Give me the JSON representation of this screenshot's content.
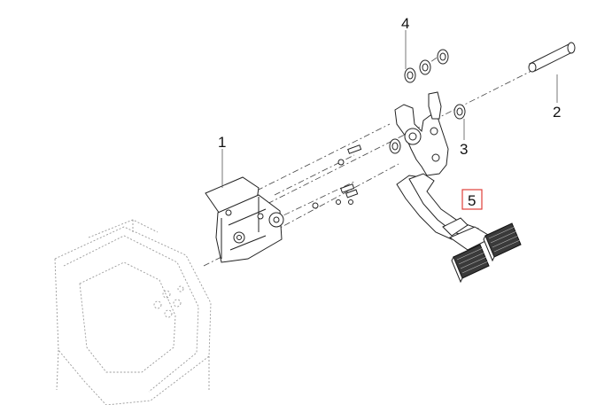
{
  "callouts": [
    {
      "id": "1",
      "label": "1",
      "highlighted": false
    },
    {
      "id": "2",
      "label": "2",
      "highlighted": false
    },
    {
      "id": "3",
      "label": "3",
      "highlighted": false
    },
    {
      "id": "4",
      "label": "4",
      "highlighted": false
    },
    {
      "id": "5",
      "label": "5",
      "highlighted": true
    }
  ],
  "colors": {
    "highlight_border": "#e0403a",
    "line": "#222222",
    "background": "#ffffff"
  }
}
